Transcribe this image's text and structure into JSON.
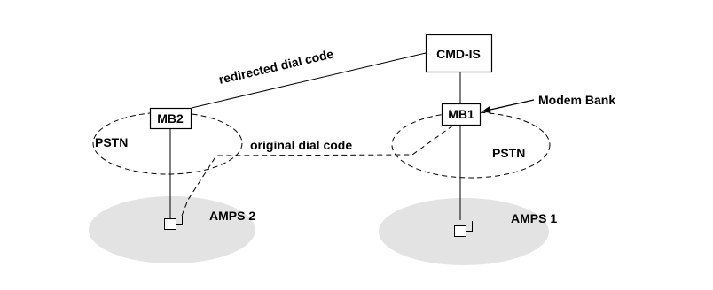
{
  "nodes": {
    "cmd_is": "CMD-IS",
    "mb2": "MB2",
    "mb1": "MB1"
  },
  "labels": {
    "redirected": "redirected dial code",
    "modem_bank": "Modem Bank",
    "original": "original dial code",
    "pstn_left": "PSTN",
    "pstn_right": "PSTN",
    "amps2": "AMPS 2",
    "amps1": "AMPS 1"
  },
  "colors": {
    "cell_fill": "#e3e3e3",
    "line": "#000000",
    "frame": "#a0a0a0"
  }
}
